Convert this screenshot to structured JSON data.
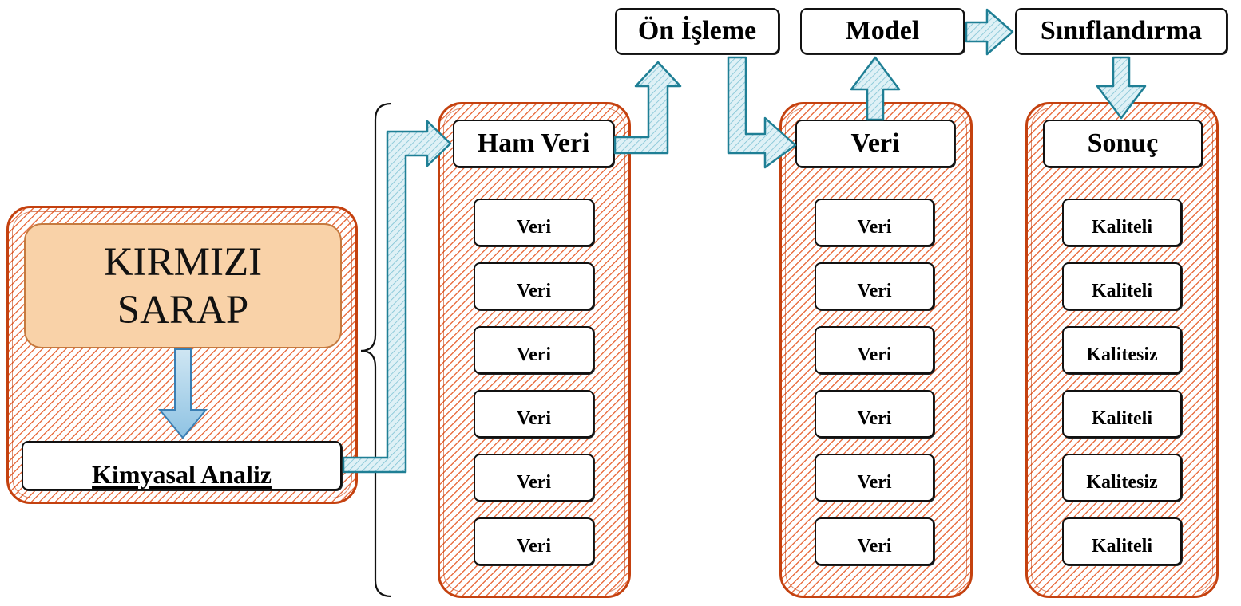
{
  "source": {
    "title_line1": "KIRMIZI",
    "title_line2": "SARAP",
    "analysis": "Kimyasal Analiz"
  },
  "raw": {
    "header": "Ham Veri",
    "items": [
      "Veri",
      "Veri",
      "Veri",
      "Veri",
      "Veri",
      "Veri"
    ]
  },
  "processed": {
    "header": "Veri",
    "items": [
      "Veri",
      "Veri",
      "Veri",
      "Veri",
      "Veri",
      "Veri"
    ]
  },
  "result": {
    "header": "Sonuç",
    "items": [
      "Kaliteli",
      "Kaliteli",
      "Kalitesiz",
      "Kaliteli",
      "Kalitesiz",
      "Kaliteli"
    ]
  },
  "steps": {
    "preprocess": "Ön İşleme",
    "model": "Model",
    "classification": "Sınıflandırma"
  },
  "colors": {
    "hatch": "#e8693a",
    "panel_border": "#c4410f",
    "source_fill": "#f9d2a8",
    "arrow_stroke": "#1f7f95",
    "arrow_fill": "#bfe3ee"
  }
}
